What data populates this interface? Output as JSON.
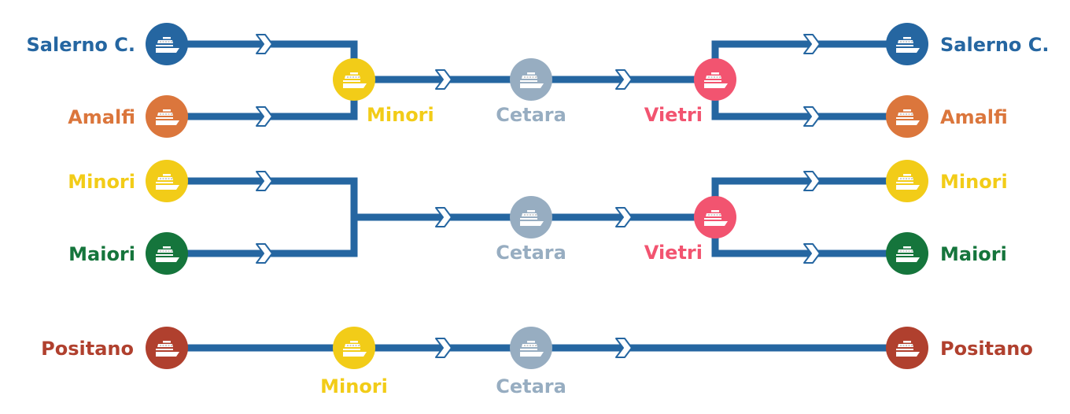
{
  "colors": {
    "line": "#2566a1",
    "salerno": "#2566a1",
    "amalfi": "#db763c",
    "minori": "#f2cc18",
    "maiori": "#15753c",
    "cetara": "#97adc1",
    "vietri": "#f25470",
    "positano": "#b0402e",
    "chevron_fill": "#ffffff"
  },
  "icon": "ferry-icon",
  "routes": [
    {
      "name": "route-1",
      "origins": [
        {
          "label": "Salerno C.",
          "color_key": "salerno"
        },
        {
          "label": "Amalfi",
          "color_key": "amalfi"
        }
      ],
      "stops": [
        {
          "label": "Minori",
          "color_key": "minori"
        },
        {
          "label": "Cetara",
          "color_key": "cetara"
        },
        {
          "label": "Vietri",
          "color_key": "vietri"
        }
      ],
      "destinations": [
        {
          "label": "Salerno C.",
          "color_key": "salerno"
        },
        {
          "label": "Amalfi",
          "color_key": "amalfi"
        }
      ]
    },
    {
      "name": "route-2",
      "origins": [
        {
          "label": "Minori",
          "color_key": "minori"
        },
        {
          "label": "Maiori",
          "color_key": "maiori"
        }
      ],
      "stops": [
        {
          "label": "Cetara",
          "color_key": "cetara"
        },
        {
          "label": "Vietri",
          "color_key": "vietri"
        }
      ],
      "destinations": [
        {
          "label": "Minori",
          "color_key": "minori"
        },
        {
          "label": "Maiori",
          "color_key": "maiori"
        }
      ]
    },
    {
      "name": "route-3",
      "origins": [
        {
          "label": "Positano",
          "color_key": "positano"
        }
      ],
      "stops": [
        {
          "label": "Minori",
          "color_key": "minori"
        },
        {
          "label": "Cetara",
          "color_key": "cetara"
        }
      ],
      "destinations": [
        {
          "label": "Positano",
          "color_key": "positano"
        }
      ]
    }
  ]
}
